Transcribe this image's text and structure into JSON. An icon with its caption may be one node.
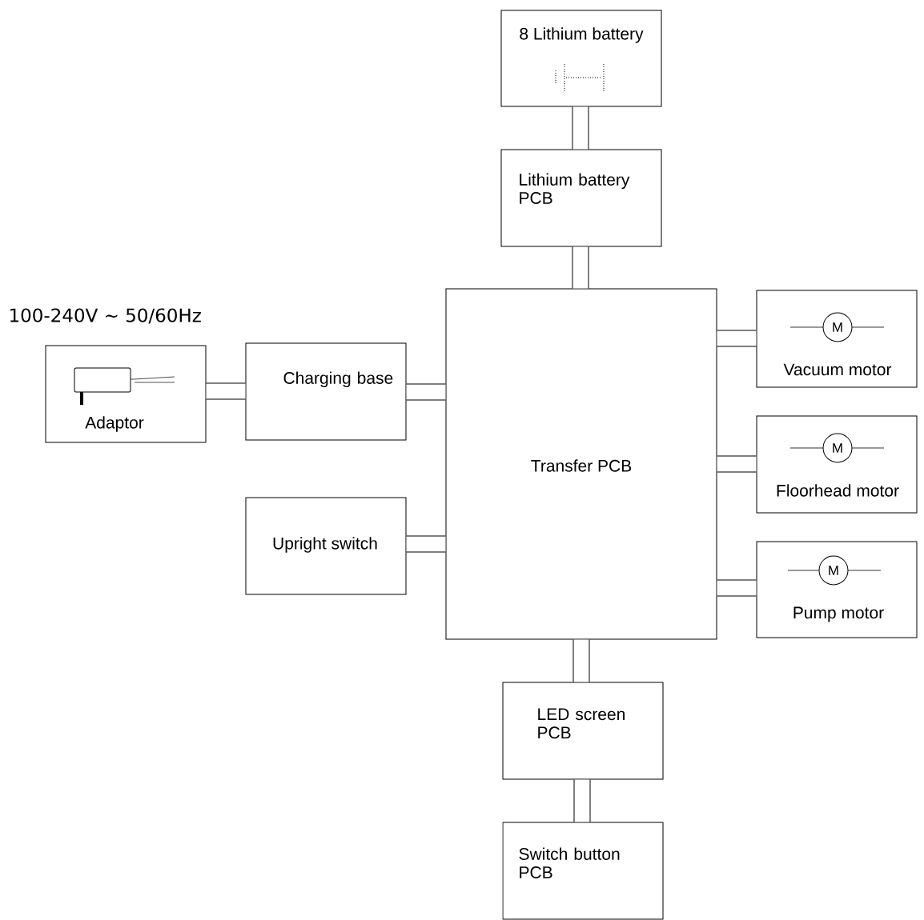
{
  "diagram": {
    "nodes": [
      {
        "text": [
          "8 Lithium battery"
        ]
      },
      {
        "text": [
          "Lithium battery PCB"
        ]
      },
      {
        "text": [
          "Transfer PCB"
        ]
      },
      {
        "text": [
          "Adaptor"
        ]
      },
      {
        "text": [
          "Charging base"
        ]
      },
      {
        "text": [
          "Upright switch"
        ]
      },
      {
        "text": [
          "Vacuum motor"
        ]
      },
      {
        "text": [
          "Floorhead motor"
        ]
      },
      {
        "text": [
          "Pump motor"
        ]
      },
      {
        "text": [
          "LED screen PCB"
        ]
      },
      {
        "text": [
          "Switch button PCB"
        ]
      }
    ],
    "edges": [
      {
        "from": 0,
        "to": 1,
        "arrow": "none"
      },
      {
        "from": 1,
        "to": 2,
        "arrow": "none"
      },
      {
        "from": 3,
        "to": 4,
        "arrow": "none"
      },
      {
        "from": 4,
        "to": 2,
        "arrow": "none"
      },
      {
        "from": 5,
        "to": 2,
        "arrow": "none"
      },
      {
        "from": 2,
        "to": 6,
        "arrow": "none"
      },
      {
        "from": 2,
        "to": 7,
        "arrow": "none"
      },
      {
        "from": 2,
        "to": 8,
        "arrow": "none"
      },
      {
        "from": 2,
        "to": 9,
        "arrow": "none"
      },
      {
        "from": 9,
        "to": 10,
        "arrow": "none"
      }
    ],
    "labels": [
      "100-240V ∼  50/60Hz",
      "M",
      "M",
      "M"
    ]
  }
}
